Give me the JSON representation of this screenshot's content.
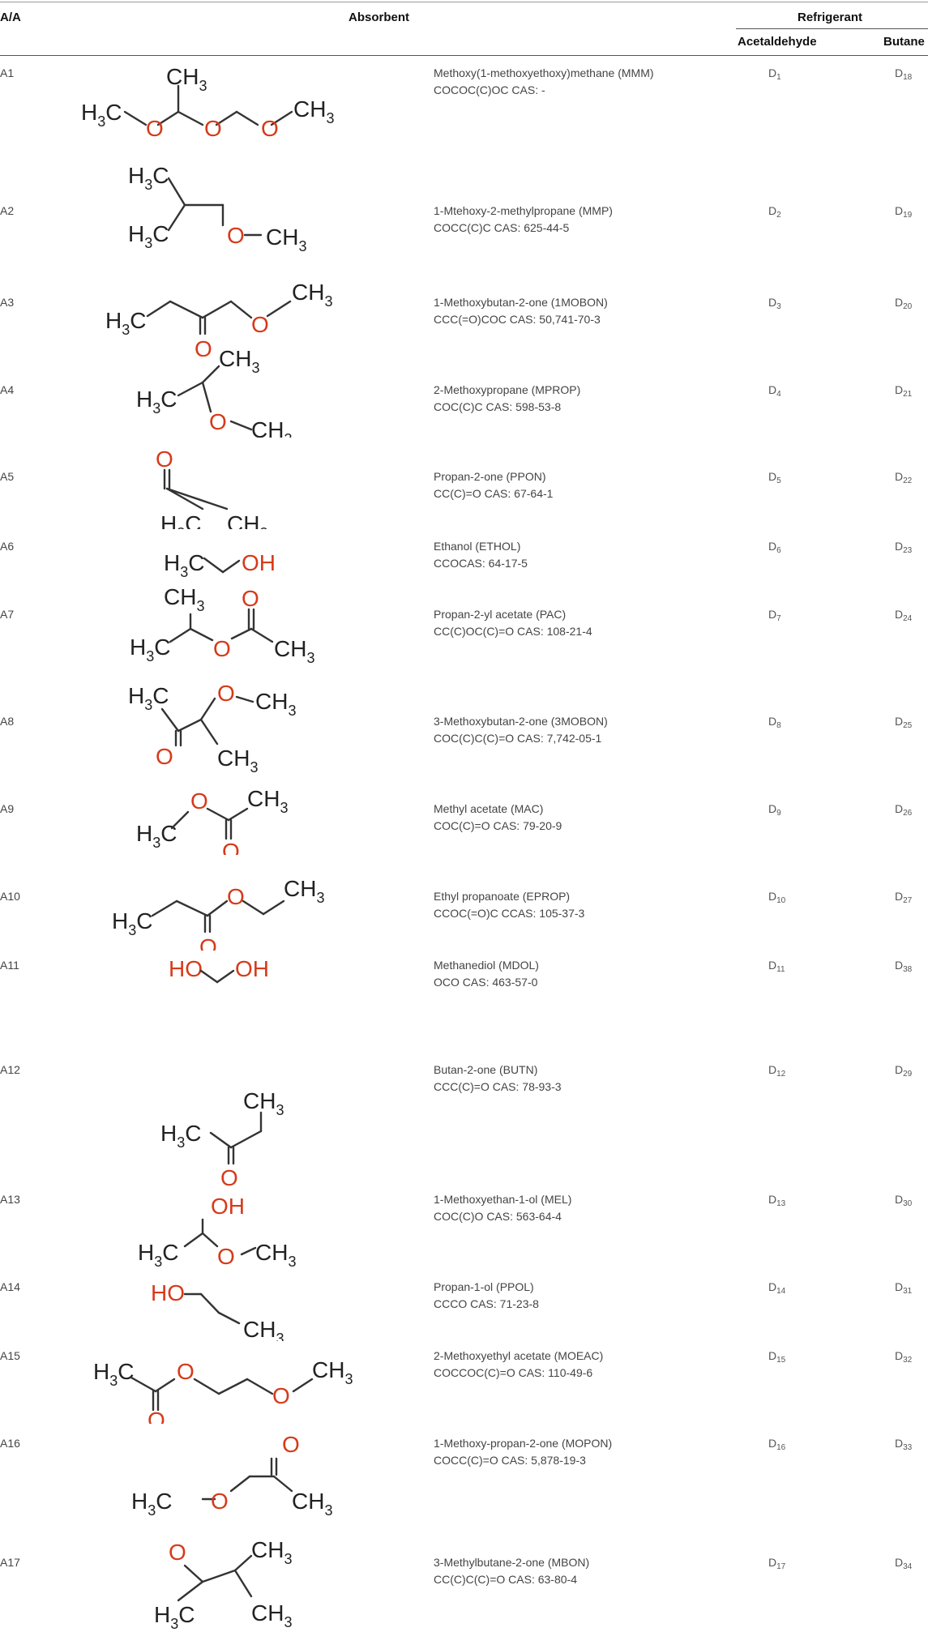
{
  "header": {
    "aa": "A/A",
    "absorbent": "Absorbent",
    "refrigerant": "Refrigerant",
    "acetaldehyde": "Acetaldehyde",
    "butane": "Butane"
  },
  "rows": [
    {
      "aa": "A1",
      "name": "Methoxy(1-methoxyethoxy)methane (MMM)",
      "smiles": "COCOC(C)OC CAS: -",
      "d1": "D",
      "d1n": "1",
      "d2": "D",
      "d2n": "18"
    },
    {
      "aa": "A2",
      "name": "1-Mtehoxy-2-methylpropane (MMP)",
      "smiles": "COCC(C)C CAS: 625-44-5",
      "d1": "D",
      "d1n": "2",
      "d2": "D",
      "d2n": "19"
    },
    {
      "aa": "A3",
      "name": "1-Methoxybutan-2-one (1MOBON)",
      "smiles": "CCC(=O)COC CAS: 50,741-70-3",
      "d1": "D",
      "d1n": "3",
      "d2": "D",
      "d2n": "20"
    },
    {
      "aa": "A4",
      "name": "2-Methoxypropane (MPROP)",
      "smiles": "COC(C)C CAS: 598-53-8",
      "d1": "D",
      "d1n": "4",
      "d2": "D",
      "d2n": "21"
    },
    {
      "aa": "A5",
      "name": "Propan-2-one (PPON)",
      "smiles": "CC(C)=O CAS: 67-64-1",
      "d1": "D",
      "d1n": "5",
      "d2": "D",
      "d2n": "22"
    },
    {
      "aa": "A6",
      "name": "Ethanol (ETHOL)",
      "smiles": "CCOCAS: 64-17-5",
      "d1": "D",
      "d1n": "6",
      "d2": "D",
      "d2n": "23"
    },
    {
      "aa": "A7",
      "name": "Propan-2-yl acetate (PAC)",
      "smiles": "CC(C)OC(C)=O CAS: 108-21-4",
      "d1": "D",
      "d1n": "7",
      "d2": "D",
      "d2n": "24"
    },
    {
      "aa": "A8",
      "name": "3-Methoxybutan-2-one (3MOBON)",
      "smiles": "COC(C)C(C)=O CAS: 7,742-05-1",
      "d1": "D",
      "d1n": "8",
      "d2": "D",
      "d2n": "25"
    },
    {
      "aa": "A9",
      "name": "Methyl acetate (MAC)",
      "smiles": "COC(C)=O CAS: 79-20-9",
      "d1": "D",
      "d1n": "9",
      "d2": "D",
      "d2n": "26"
    },
    {
      "aa": "A10",
      "name": "Ethyl propanoate (EPROP)",
      "smiles": "CCOC(=O)C CCAS: 105-37-3",
      "d1": "D",
      "d1n": "10",
      "d2": "D",
      "d2n": "27"
    },
    {
      "aa": "A11",
      "name": "Methanediol (MDOL)",
      "smiles": "OCO CAS: 463-57-0",
      "d1": "D",
      "d1n": "11",
      "d2": "D",
      "d2n": "38"
    },
    {
      "aa": "A12",
      "name": "Butan-2-one (BUTN)",
      "smiles": "CCC(C)=O CAS: 78-93-3",
      "d1": "D",
      "d1n": "12",
      "d2": "D",
      "d2n": "29"
    },
    {
      "aa": "A13",
      "name": "1-Methoxyethan-1-ol (MEL)",
      "smiles": "COC(C)O CAS: 563-64-4",
      "d1": "D",
      "d1n": "13",
      "d2": "D",
      "d2n": "30"
    },
    {
      "aa": "A14",
      "name": "Propan-1-ol (PPOL)",
      "smiles": "CCCO CAS: 71-23-8",
      "d1": "D",
      "d1n": "14",
      "d2": "D",
      "d2n": "31"
    },
    {
      "aa": "A15",
      "name": "2-Methoxyethyl acetate (MOEAC)",
      "smiles": "COCCOC(C)=O CAS: 110-49-6",
      "d1": "D",
      "d1n": "15",
      "d2": "D",
      "d2n": "32"
    },
    {
      "aa": "A16",
      "name": "1-Methoxy-propan-2-one (MOPON)",
      "smiles": "COCC(C)=O CAS: 5,878-19-3",
      "d1": "D",
      "d1n": "16",
      "d2": "D",
      "d2n": "33"
    },
    {
      "aa": "A17",
      "name": "3-Methylbutane-2-one (MBON)",
      "smiles": "CC(C)C(C)=O CAS: 63-80-4",
      "d1": "D",
      "d1n": "17",
      "d2": "D",
      "d2n": "34"
    }
  ],
  "atoms": {
    "ch3": "CH",
    "h3c": "H",
    "c": "C",
    "three": "3",
    "o": "O",
    "oh": "OH",
    "ho": "HO"
  }
}
